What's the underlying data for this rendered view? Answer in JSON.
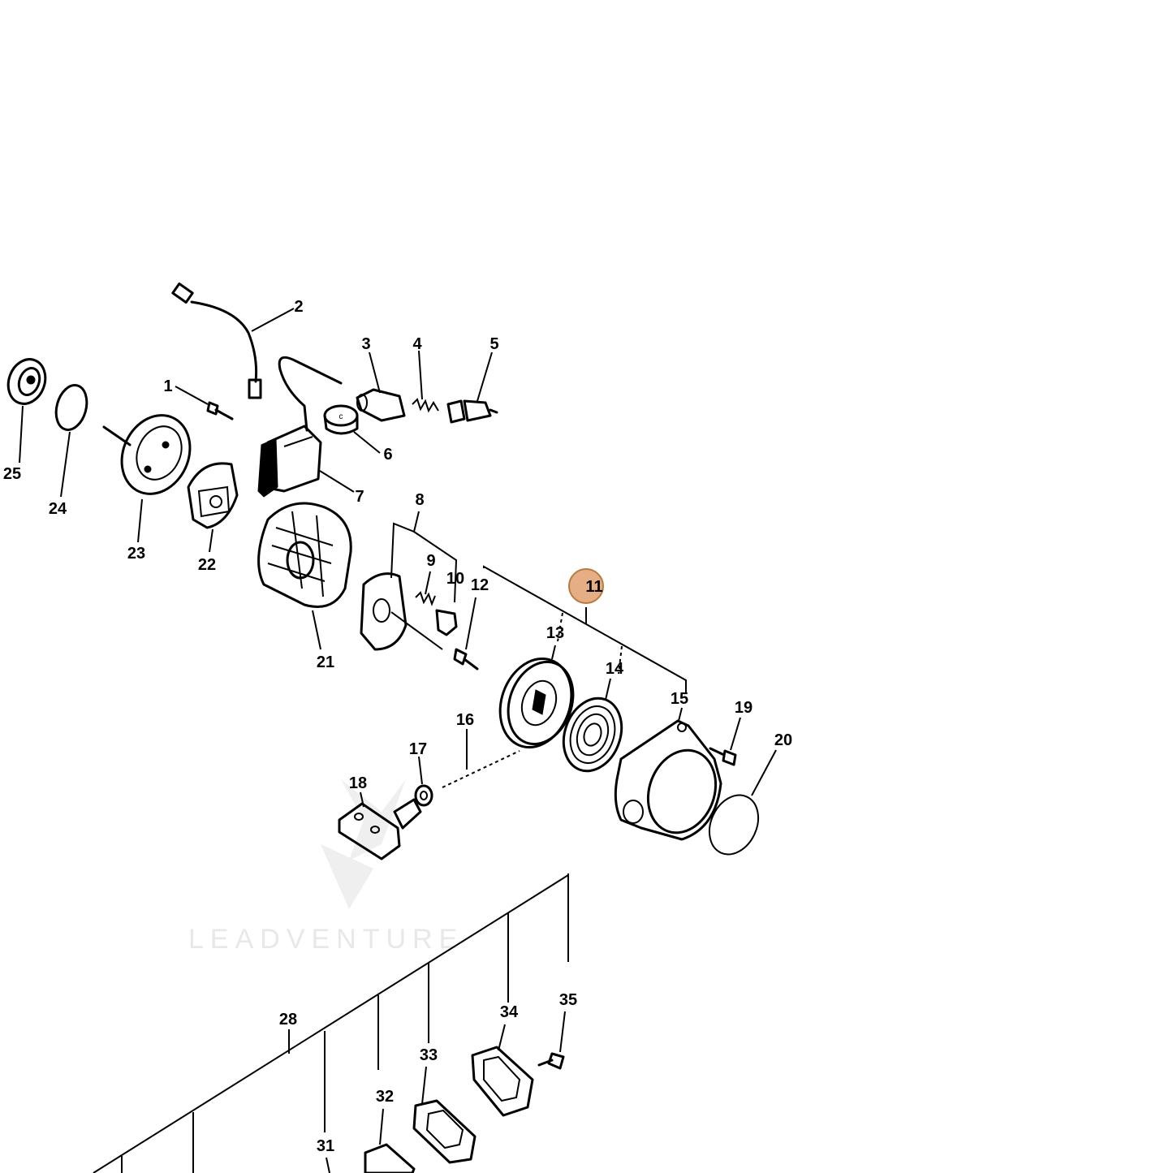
{
  "watermark": {
    "text": "LEADVENTURE",
    "color": "#e8e8e8"
  },
  "highlight": {
    "part": "11",
    "fill": "#e0a070",
    "stroke": "#b87a3e"
  },
  "callouts": [
    {
      "id": "1",
      "label": "1"
    },
    {
      "id": "2",
      "label": "2"
    },
    {
      "id": "3",
      "label": "3"
    },
    {
      "id": "4",
      "label": "4"
    },
    {
      "id": "5",
      "label": "5"
    },
    {
      "id": "6",
      "label": "6"
    },
    {
      "id": "7",
      "label": "7"
    },
    {
      "id": "8",
      "label": "8"
    },
    {
      "id": "9",
      "label": "9"
    },
    {
      "id": "10",
      "label": "10"
    },
    {
      "id": "11",
      "label": "11"
    },
    {
      "id": "12",
      "label": "12"
    },
    {
      "id": "13",
      "label": "13"
    },
    {
      "id": "14",
      "label": "14"
    },
    {
      "id": "15",
      "label": "15"
    },
    {
      "id": "16",
      "label": "16"
    },
    {
      "id": "17",
      "label": "17"
    },
    {
      "id": "18",
      "label": "18"
    },
    {
      "id": "19",
      "label": "19"
    },
    {
      "id": "20",
      "label": "20"
    },
    {
      "id": "21",
      "label": "21"
    },
    {
      "id": "22",
      "label": "22"
    },
    {
      "id": "23",
      "label": "23"
    },
    {
      "id": "24",
      "label": "24"
    },
    {
      "id": "25",
      "label": "25"
    },
    {
      "id": "28",
      "label": "28"
    },
    {
      "id": "31",
      "label": "31"
    },
    {
      "id": "32",
      "label": "32"
    },
    {
      "id": "33",
      "label": "33"
    },
    {
      "id": "34",
      "label": "34"
    },
    {
      "id": "35",
      "label": "35"
    }
  ]
}
